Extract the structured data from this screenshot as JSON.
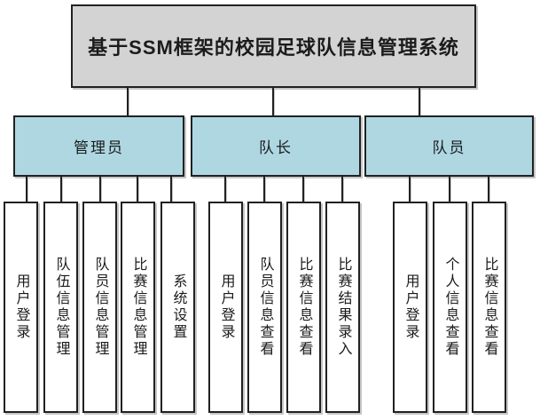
{
  "diagram": {
    "root_title": "基于SSM框架的校园足球队信息管理系统",
    "branches": [
      {
        "label": "管理员",
        "children": [
          "用户登录",
          "队伍信息管理",
          "队员信息管理",
          "比赛信息管理",
          "系统设置"
        ]
      },
      {
        "label": "队长",
        "children": [
          "用户登录",
          "队员信息查看",
          "比赛信息查看",
          "比赛结果录入"
        ]
      },
      {
        "label": "队员",
        "children": [
          "用户登录",
          "个人信息查看",
          "比赛信息查看"
        ]
      }
    ],
    "colors": {
      "root_fill": "#d3d3d3",
      "branch_fill": "#aed7e2",
      "leaf_fill": "#ffffff",
      "border": "#212121",
      "shadow": "#c6c6c6",
      "text": "#1b1b1b",
      "background": "#ffffff"
    }
  }
}
